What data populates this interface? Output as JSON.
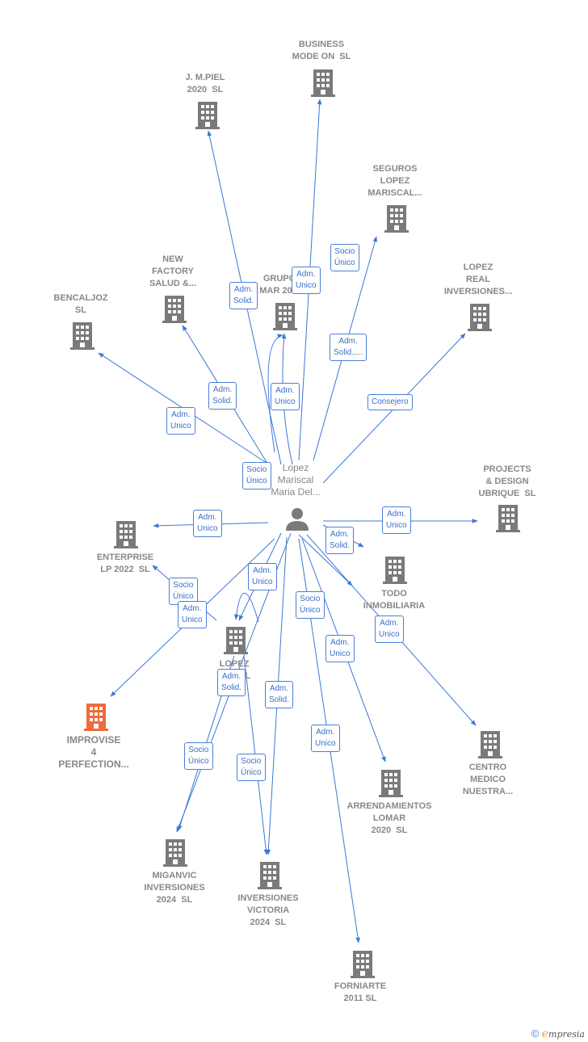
{
  "center": {
    "name": "Lopez\nMariscal\nMaria Del..."
  },
  "nodes": [
    {
      "id": "business",
      "label": "BUSINESS\nMODE ON  SL",
      "highlight": false
    },
    {
      "id": "jmpiel",
      "label": "J. M.PIEL\n2020  SL",
      "highlight": false
    },
    {
      "id": "seguros",
      "label": "SEGUROS\nLOPEZ\nMARISCAL...",
      "highlight": false
    },
    {
      "id": "lopezreal",
      "label": "LOPEZ\nREAL\nINVERSIONES...",
      "highlight": false
    },
    {
      "id": "newfactory",
      "label": "NEW\nFACTORY\nSALUD &...",
      "highlight": false
    },
    {
      "id": "grupo",
      "label": "GRUPO\nMAR 20...",
      "highlight": false
    },
    {
      "id": "bencaljoz",
      "label": "BENCALJOZ\nSL",
      "highlight": false
    },
    {
      "id": "projects",
      "label": "PROJECTS\n& DESIGN\nUBRIQUE  SL",
      "highlight": false
    },
    {
      "id": "enterprise",
      "label": "ENTERPRISE\nLP 2022  SL",
      "highlight": false
    },
    {
      "id": "todo",
      "label": "TODO\nINMOBILIARIA",
      "highlight": false
    },
    {
      "id": "lopezr",
      "label": "LOPEZ\nR...   SL",
      "highlight": false
    },
    {
      "id": "improvise",
      "label": "IMPROVISE\n4\nPERFECTION...",
      "highlight": true
    },
    {
      "id": "centro",
      "label": "CENTRO\nMEDICO\nNUESTRA...",
      "highlight": false
    },
    {
      "id": "arrendamientos",
      "label": "ARRENDAMIENTOS\nLOMAR\n2020  SL",
      "highlight": false
    },
    {
      "id": "miganvic",
      "label": "MIGANVIC\nINVERSIONES\n2024  SL",
      "highlight": false
    },
    {
      "id": "victoria",
      "label": "INVERSIONES\nVICTORIA\n2024  SL",
      "highlight": false
    },
    {
      "id": "forniarte",
      "label": "FORNIARTE\n2011 SL",
      "highlight": false
    }
  ],
  "badges": [
    "Adm.\nUnico",
    "Adm.\nSolid.",
    "Socio\nÚnico",
    "Adm.\nSolid.,...",
    "Consejero",
    "Adm.\nSolid.",
    "Adm.\nUnico",
    "Adm.\nUnico",
    "Socio\nÚnico",
    "Adm.\nUnico",
    "Adm.\nUnico",
    "Adm.\nSolid.",
    "Socio\nÚnico",
    "Adm.\nUnico",
    "Adm.\nUnico",
    "Socio\nÚnico",
    "Adm.\nUnico",
    "Adm.\nSolid.",
    "Adm.\nSolid.",
    "Adm.\nUnico",
    "Socio\nÚnico",
    "Socio\nÚnico",
    "Adm.\nUnico"
  ],
  "footer": {
    "copyright": "©",
    "brand_initial": "e",
    "brand_rest": "mpresia"
  },
  "colors": {
    "edge": "#3a78d8",
    "icon": "#7a7a7a",
    "highlight": "#f06a3a",
    "badge_border": "#4a7fd6"
  }
}
